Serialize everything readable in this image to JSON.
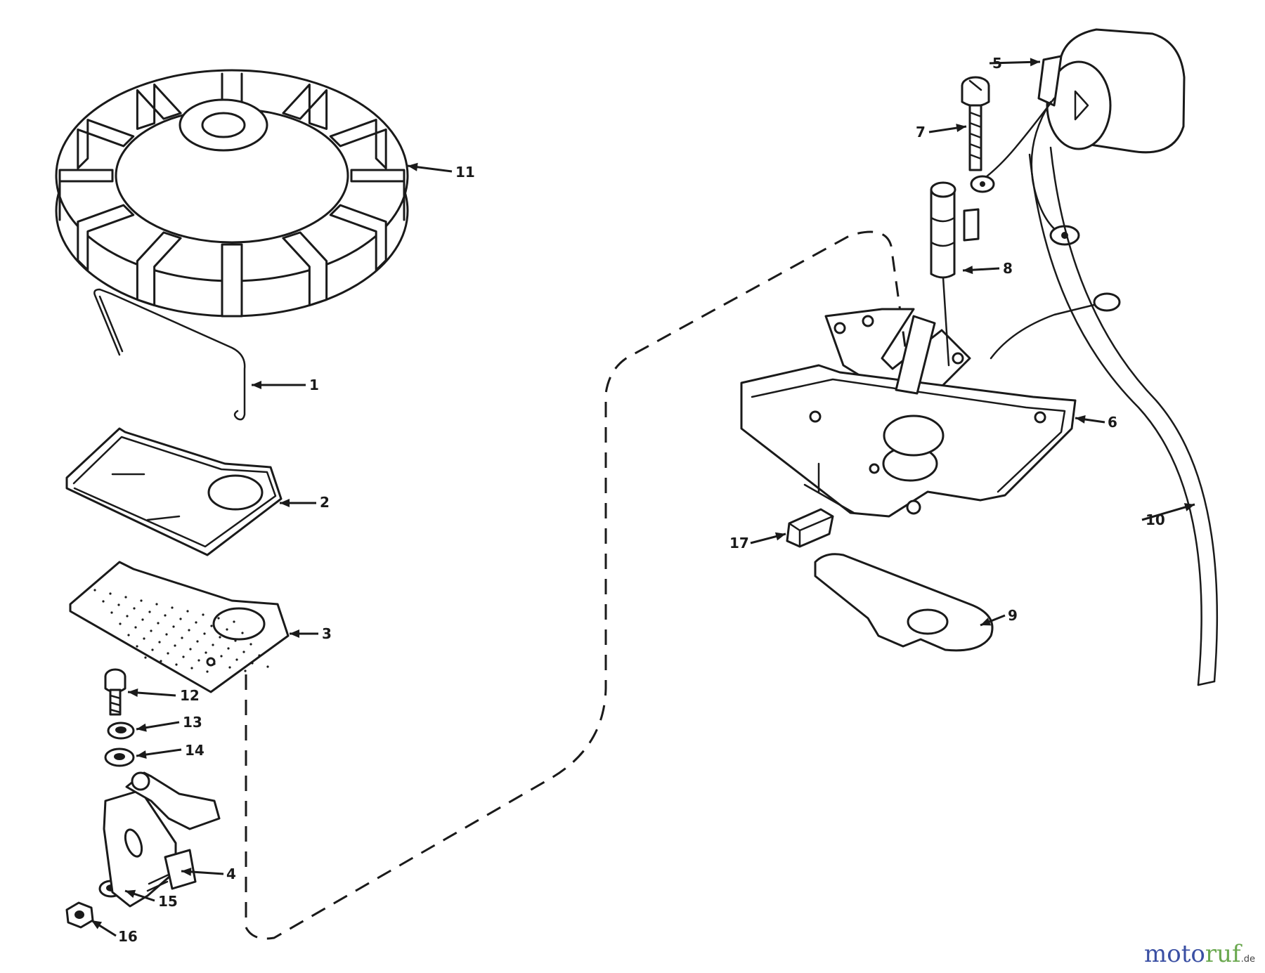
{
  "callouts": [
    {
      "id": "1",
      "label": "1"
    },
    {
      "id": "2",
      "label": "2"
    },
    {
      "id": "3",
      "label": "3"
    },
    {
      "id": "4",
      "label": "4"
    },
    {
      "id": "5",
      "label": "5"
    },
    {
      "id": "6",
      "label": "6"
    },
    {
      "id": "7",
      "label": "7"
    },
    {
      "id": "8",
      "label": "8"
    },
    {
      "id": "9",
      "label": "9"
    },
    {
      "id": "10",
      "label": "10"
    },
    {
      "id": "11",
      "label": "11"
    },
    {
      "id": "12",
      "label": "12"
    },
    {
      "id": "13",
      "label": "13"
    },
    {
      "id": "14",
      "label": "14"
    },
    {
      "id": "15",
      "label": "15"
    },
    {
      "id": "16",
      "label": "16"
    },
    {
      "id": "17",
      "label": "17"
    }
  ],
  "watermark": {
    "brand_first": "moto",
    "brand_second": "ruf",
    "tld": ".de",
    "color_first": "#3a4fa3",
    "color_second": "#6aa84f"
  }
}
